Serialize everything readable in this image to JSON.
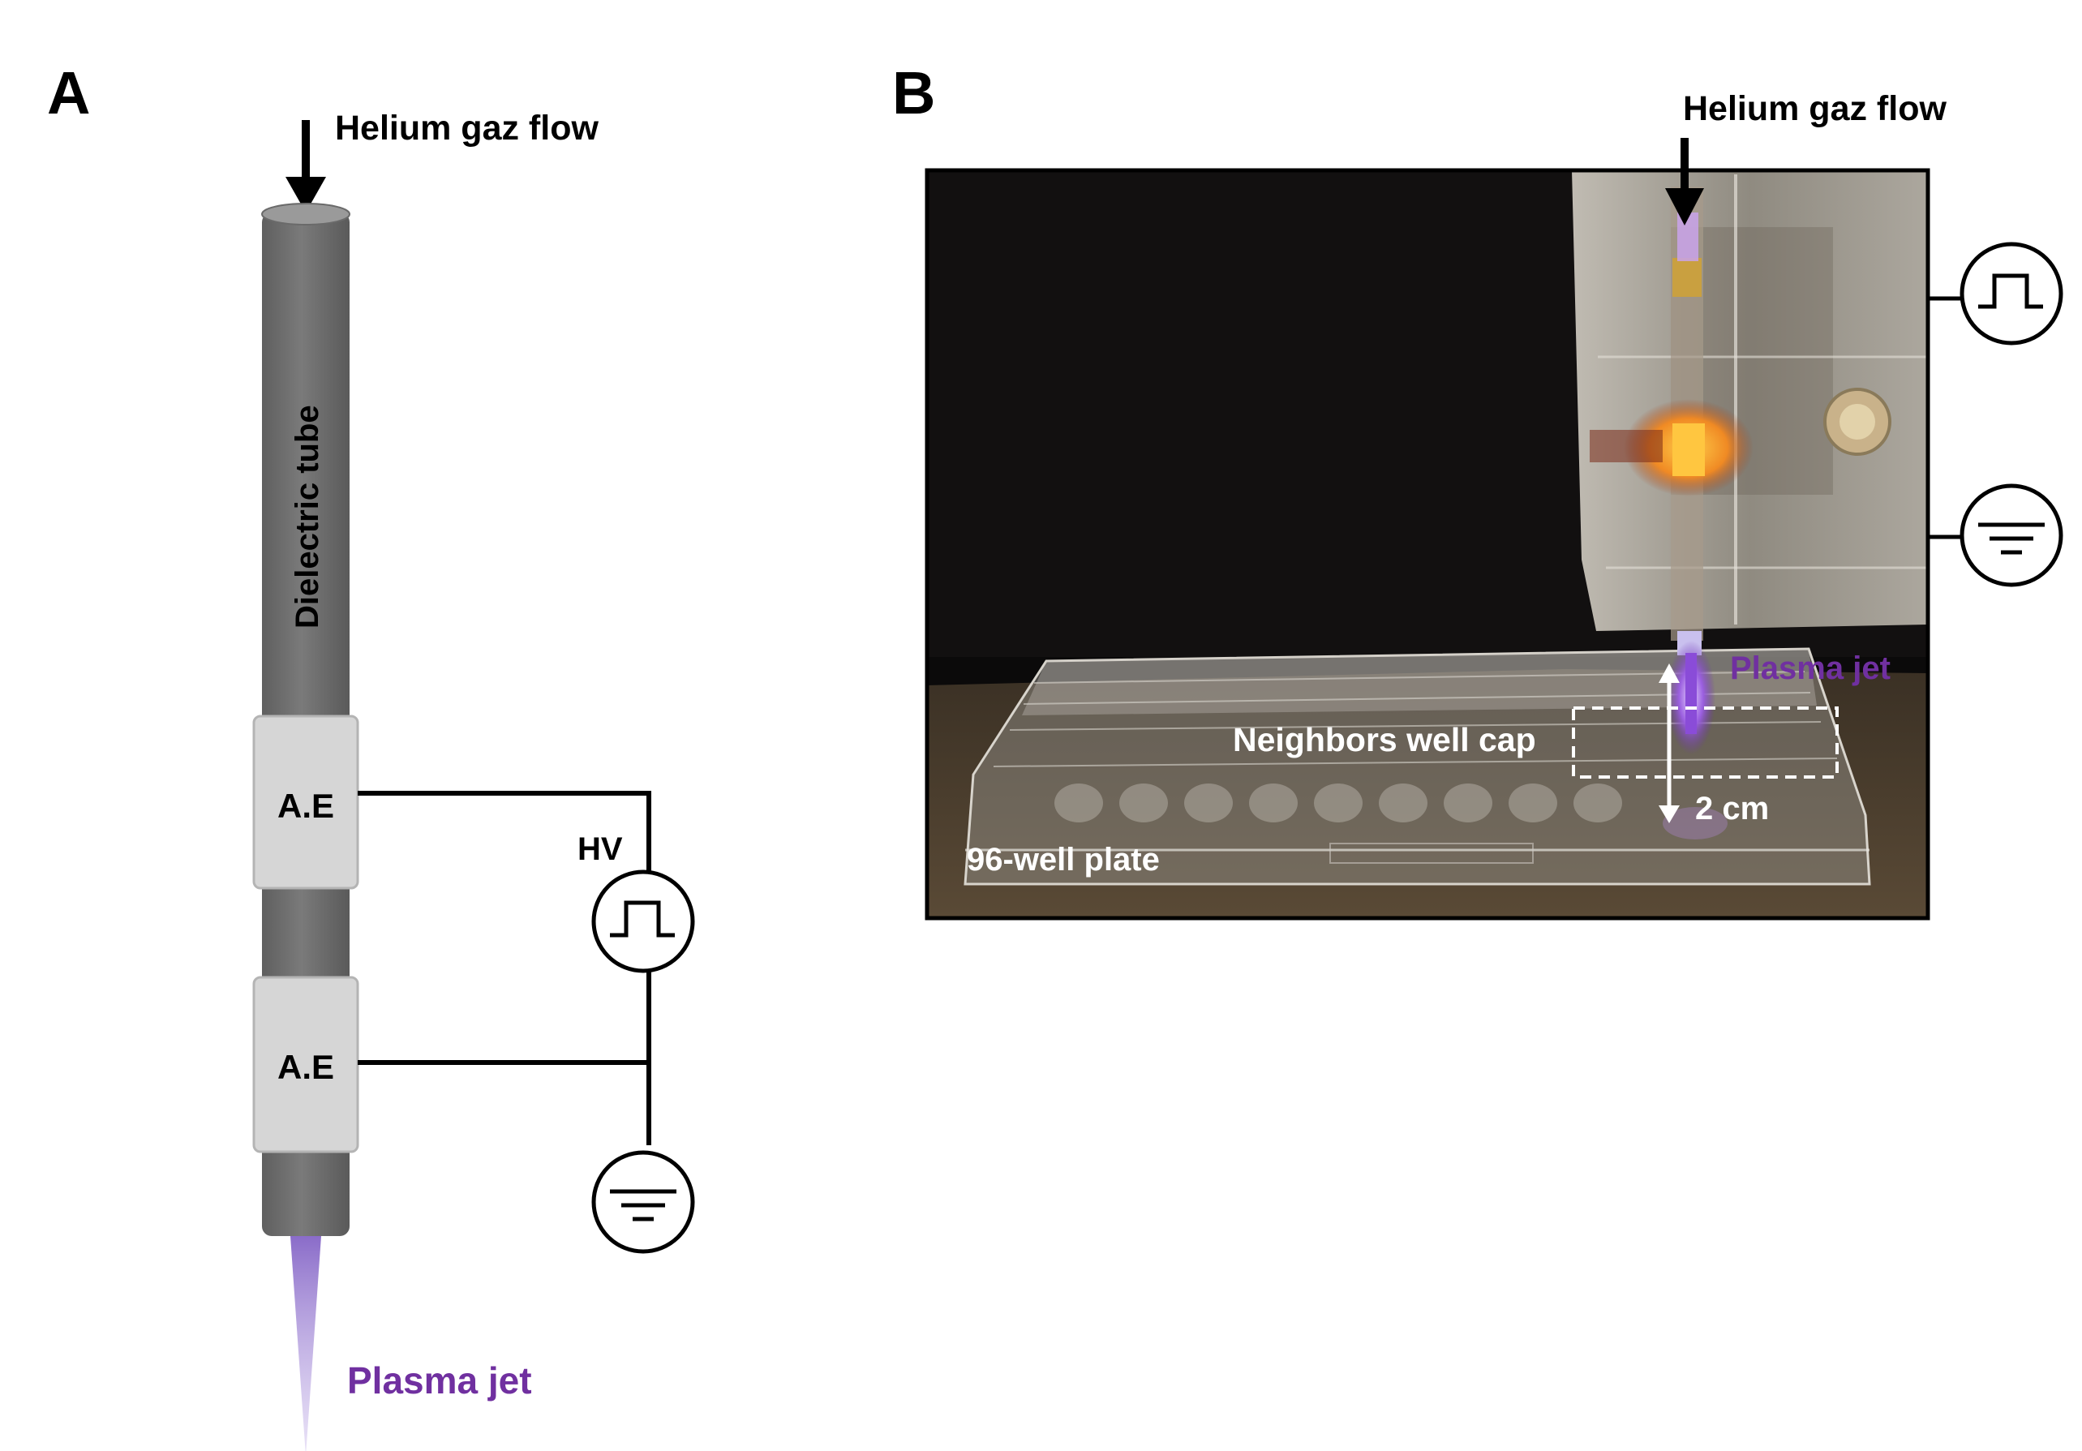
{
  "panel_a": {
    "letter": "A",
    "gas_label": "Helium gaz flow",
    "tube_label": "Dielectric tube",
    "electrode_1_label": "A.E",
    "electrode_2_label": "A.E",
    "hv_label": "HV",
    "plasma_label": "Plasma jet"
  },
  "panel_b": {
    "letter": "B",
    "gas_label": "Helium gaz flow",
    "plasma_label": "Plasma jet",
    "cap_label": "Neighbors well cap",
    "distance_label": "2 cm",
    "plate_label": "96-well plate"
  },
  "colors": {
    "tube": "#737373",
    "electrode": "#d6d6d6",
    "plasma": "#7030a0",
    "plasma_glow": "#9b7fd0",
    "photo_bg": "#0b0a0a",
    "table": "#4a3d2e"
  }
}
